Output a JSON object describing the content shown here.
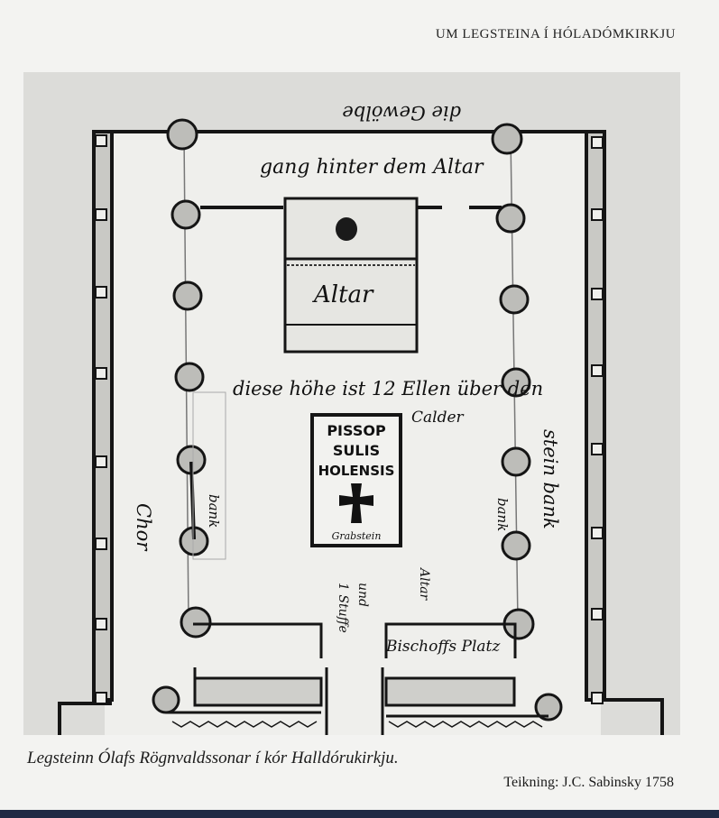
{
  "header": {
    "running_title": "UM LEGSTEINA Í HÓLADÓMKIRKJU"
  },
  "figure": {
    "handwriting": {
      "top": "die Gewölbe",
      "gang": "gang hinter dem Altar",
      "altar": "Altar",
      "hoehe": "diese höhe ist 12 Ellen über den",
      "calder": "Calder",
      "chor": "Chor",
      "bank_left": "bank",
      "bank_right": "bank",
      "stein_bank": "stein bank",
      "bischof": "Bischoffs Platz",
      "floor_note_1": "1 Stuffe",
      "floor_note_2": "und",
      "floor_note_3": "Altar"
    },
    "gravestone": {
      "lines": [
        "PISSOP",
        "SULIS",
        "HOLENSIS"
      ],
      "footer": "Grabstein"
    }
  },
  "caption": "Legsteinn Ólafs Rögnvaldssonar í kór Halldórukirkju.",
  "credit": "Teikning: J.C. Sabinsky 1758"
}
